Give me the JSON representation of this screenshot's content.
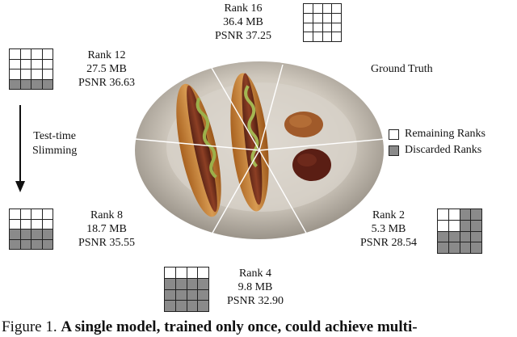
{
  "figure": {
    "top": {
      "rank": "Rank 16",
      "size": "36.4 MB",
      "psnr": "PSNR 37.25"
    },
    "left_top": {
      "rank": "Rank 12",
      "size": "27.5 MB",
      "psnr": "PSNR 36.63"
    },
    "left_bottom": {
      "rank": "Rank 8",
      "size": "18.7 MB",
      "psnr": "PSNR 35.55"
    },
    "bottom": {
      "rank": "Rank 4",
      "size": "9.8 MB",
      "psnr": "PSNR 32.90"
    },
    "right_bottom": {
      "rank": "Rank 2",
      "size": "5.3 MB",
      "psnr": "PSNR 28.54"
    },
    "ground_truth": "Ground Truth",
    "slimming_line1": "Test-time",
    "slimming_line2": "Slimming",
    "legend": {
      "remaining": "Remaining Ranks",
      "discarded": "Discarded Ranks"
    },
    "colors": {
      "remaining": "#ffffff",
      "discarded": "#8a8a8a"
    }
  },
  "caption": {
    "prefix": "Figure 1.",
    "bold": "A single model, trained only once, could achieve multi-"
  }
}
